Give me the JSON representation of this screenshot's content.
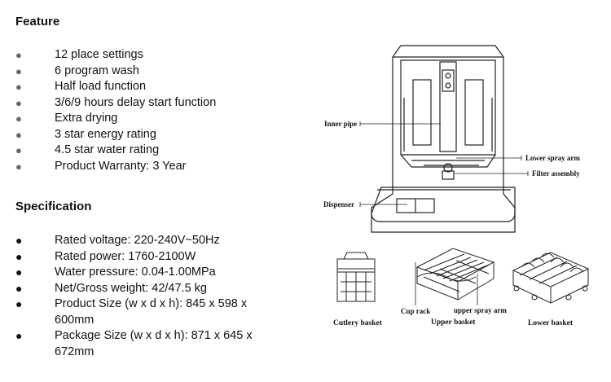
{
  "feature": {
    "heading": "Feature",
    "bullet": "●",
    "items": [
      "12 place settings",
      "6 program wash",
      "Half load function",
      "3/6/9 hours delay start function",
      "Extra drying",
      "3 star energy rating",
      "4.5 star water rating",
      "Product Warranty: 3 Year"
    ]
  },
  "specification": {
    "heading": "Specification",
    "bullet": "●",
    "items": [
      "Rated voltage: 220-240V~50Hz",
      "Rated power: 1760-2100W",
      "Water pressure: 0.04-1.00MPa",
      "Net/Gross weight: 42/47.5 kg",
      "Product Size (w x d x h): 845 x 598 x 600mm",
      "Package Size (w x d x h): 871 x 645 x 672mm"
    ]
  },
  "diagram": {
    "labels": {
      "inner_pipe": "Inner pipe",
      "lower_spray_arm": "Lower spray arm",
      "filter_assembly": "Filter assembly",
      "dispenser": "Dispenser",
      "cup_rack": "Cup rack",
      "upper_spray_arm": "upper spray arm"
    },
    "captions": {
      "cutlery_basket": "Cutlery basket",
      "upper_basket": "Upper basket",
      "lower_basket": "Lower basket"
    }
  }
}
